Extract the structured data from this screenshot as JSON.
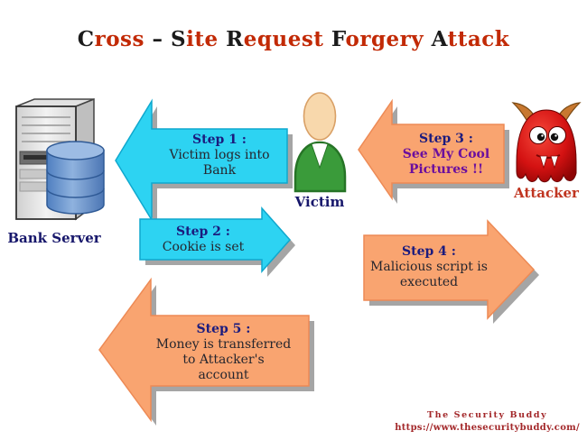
{
  "title": {
    "full_text": "Cross – Site Request Forgery Attack",
    "segments": [
      {
        "text": "C",
        "color": "#1b1b1b"
      },
      {
        "text": "ross ",
        "color": "#c22a06"
      },
      {
        "text": "– ",
        "color": "#1b1b1b"
      },
      {
        "text": "S",
        "color": "#1b1b1b"
      },
      {
        "text": "ite ",
        "color": "#c22a06"
      },
      {
        "text": "R",
        "color": "#1b1b1b"
      },
      {
        "text": "equest ",
        "color": "#c22a06"
      },
      {
        "text": "F",
        "color": "#1b1b1b"
      },
      {
        "text": "orgery ",
        "color": "#c22a06"
      },
      {
        "text": "A",
        "color": "#1b1b1b"
      },
      {
        "text": "ttack",
        "color": "#c22a06"
      }
    ]
  },
  "steps": [
    {
      "heading": "Step 1 :",
      "lines": [
        "Victim logs into",
        "Bank"
      ],
      "direction": "left",
      "color": "cyan"
    },
    {
      "heading": "Step 2 :",
      "lines": [
        "Cookie is set"
      ],
      "direction": "right",
      "color": "cyan"
    },
    {
      "heading": "Step 3 :",
      "lines": [
        "See My Cool",
        "Pictures !!"
      ],
      "direction": "left",
      "color": "orange",
      "line_color": "purple"
    },
    {
      "heading": "Step 4 :",
      "lines": [
        "Malicious script is",
        "executed"
      ],
      "direction": "right",
      "color": "orange"
    },
    {
      "heading": "Step 5 :",
      "lines": [
        "Money is transferred",
        "to Attacker's",
        "account"
      ],
      "direction": "left",
      "color": "orange"
    }
  ],
  "entities": {
    "bank_server": {
      "label": "Bank Server"
    },
    "victim": {
      "label": "Victim"
    },
    "attacker": {
      "label": "Attacker"
    }
  },
  "footer": {
    "brand": "The Security Buddy",
    "url": "https://www.thesecuritybuddy.com/"
  },
  "colors": {
    "cyan": "#2dd3f2",
    "cyan_border": "#0fa8ce",
    "orange": "#f9a470",
    "orange_border": "#ed8a55",
    "shadow": "#9b9b9b",
    "step_heading": "#1b1b7e",
    "step_text": "#26262e",
    "purple": "#6b0f9e",
    "navy_label": "#17176b",
    "red_label": "#c03520",
    "footer_red": "#a3282a",
    "title_red": "#c22a06",
    "title_black": "#1b1b1b"
  }
}
